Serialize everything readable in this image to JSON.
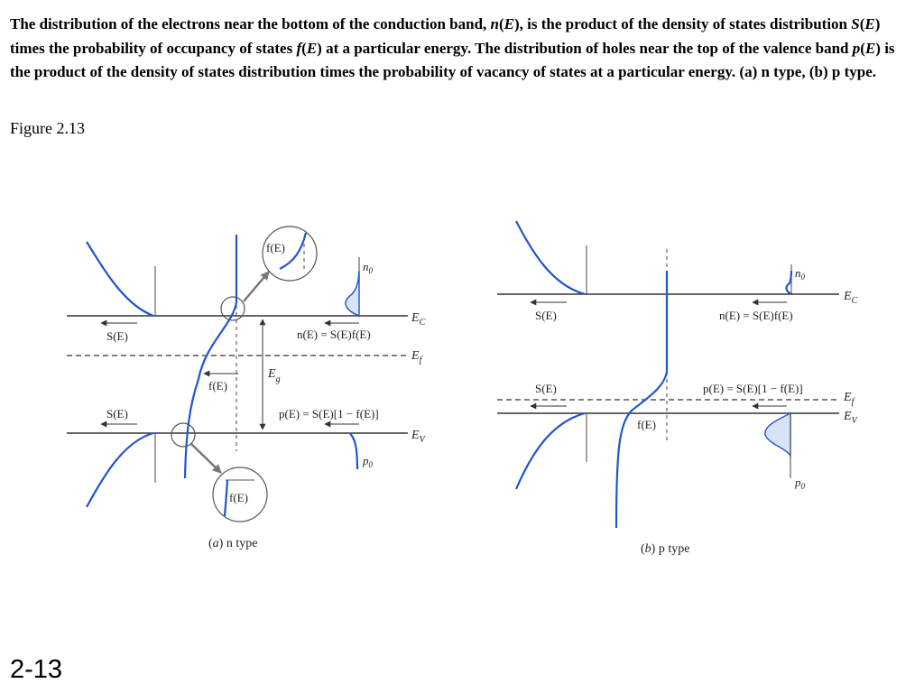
{
  "caption": {
    "p1": "The distribution of the electrons near the bottom of the conduction band, ",
    "n_sym": "n",
    "p2": "(",
    "E1": "E",
    "p3": "), is the product of the density of states distribution ",
    "S_sym": "S",
    "p4": "(",
    "E2": "E",
    "p5": ") times the probability of occupancy of states ",
    "f_sym": "f",
    "p6": "(",
    "E3": "E",
    "p7": ") at a particular energy. The distribution of holes near the top of the valence band ",
    "p_sym": "p",
    "p8": "(",
    "E4": "E",
    "p9": ") is the product of the density of states distribution times the probability of vacancy of states at a particular energy. (a) n type, (b) p type."
  },
  "figure_label": "Figure 2.13",
  "slide_number": "2-13",
  "diagram": {
    "n_type": {
      "caption_letter": "a",
      "caption_rest": " n type",
      "labels": {
        "Ec": "E",
        "Ec_sub": "C",
        "Ef": "E",
        "Ef_sub": "f",
        "Ev": "E",
        "Ev_sub": "V",
        "Eg": "E",
        "Eg_sub": "g",
        "n0": "n",
        "n0_sub": "0",
        "p0": "p",
        "p0_sub": "0",
        "S_upper": "S(E)",
        "S_lower": "S(E)",
        "f_mid": "f(E)",
        "f_zoom_top": "f(E)",
        "f_zoom_bottom": "f(E)",
        "n_eq": "n(E) = S(E)f(E)",
        "p_eq": "p(E) = S(E)[1 − f(E)]"
      }
    },
    "p_type": {
      "caption_letter": "b",
      "caption_rest": " p type",
      "labels": {
        "Ec": "E",
        "Ec_sub": "C",
        "Ef": "E",
        "Ef_sub": "f",
        "Ev": "E",
        "Ev_sub": "V",
        "n0": "n",
        "n0_sub": "0",
        "p0": "p",
        "p0_sub": "0",
        "S_upper": "S(E)",
        "S_lower": "S(E)",
        "f_mid": "f(E)",
        "n_eq": "n(E) = S(E)f(E)",
        "p_eq": "p(E) = S(E)[1 − f(E)]"
      }
    }
  }
}
